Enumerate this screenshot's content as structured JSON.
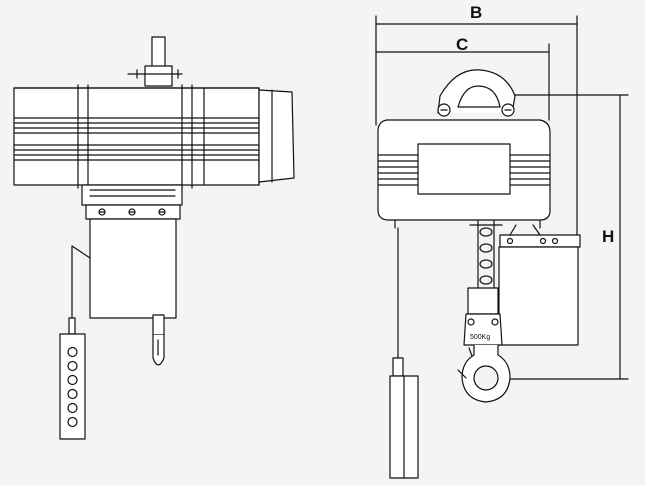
{
  "dimensions": {
    "b_label": "B",
    "c_label": "C",
    "h_label": "H"
  },
  "hook_block": {
    "capacity_label": "500Kg"
  },
  "pendant": {
    "button_count": 6
  },
  "colors": {
    "background": "#f4f4f4",
    "line": "#111111",
    "fill": "#ffffff"
  }
}
